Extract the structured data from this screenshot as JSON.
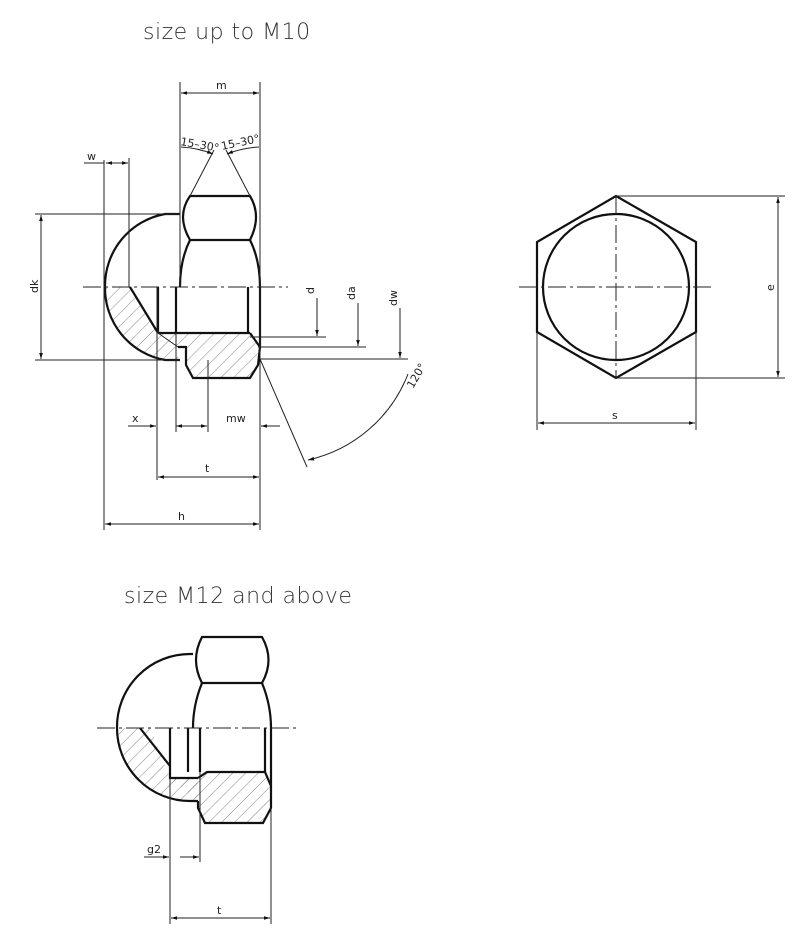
{
  "drawing": {
    "subject": "Cap nut (acorn nut) dimension drawing",
    "views": [
      {
        "id": "top",
        "title": "size up to M10",
        "dimensions": {
          "m": "m",
          "angle_left": "15–30°",
          "angle_right": "15–30°",
          "w": "w",
          "dk": "dk",
          "d": "d",
          "da": "da",
          "dw": "dw",
          "angle_bearing": "120°",
          "x": "x",
          "mw": "mw",
          "t": "t",
          "h": "h"
        }
      },
      {
        "id": "end",
        "title": "",
        "dimensions": {
          "e": "e",
          "s": "s"
        }
      },
      {
        "id": "bottom",
        "title": "size M12 and above",
        "dimensions": {
          "g2": "g2",
          "t": "t"
        }
      }
    ]
  },
  "colors": {
    "line": "#111111",
    "background": "#ffffff",
    "text": "#333333"
  }
}
